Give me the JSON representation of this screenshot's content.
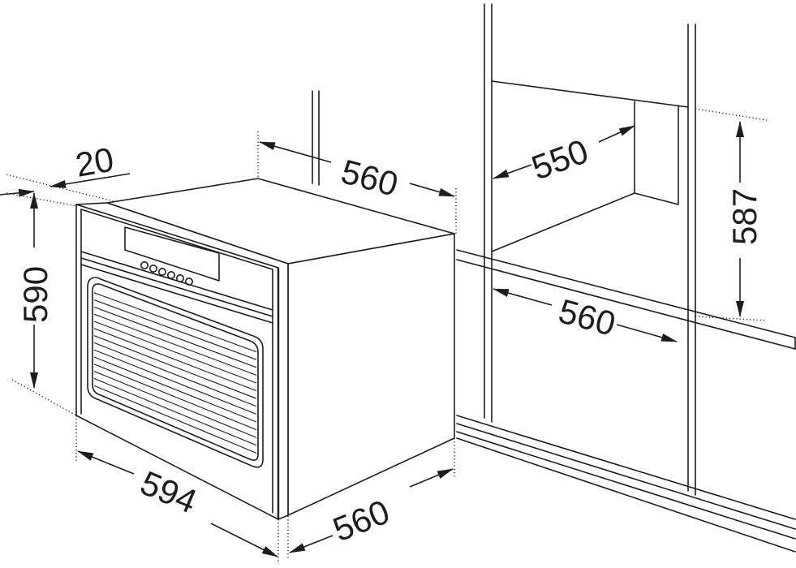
{
  "dimensions": {
    "oven_depth_top": "560",
    "oven_frame_offset": "20",
    "oven_height": "590",
    "oven_width": "594",
    "oven_depth_bottom": "560",
    "niche_depth": "550",
    "niche_height": "587",
    "niche_width": "560"
  },
  "colors": {
    "line": "#1d1d1b",
    "background": "#ffffff"
  }
}
